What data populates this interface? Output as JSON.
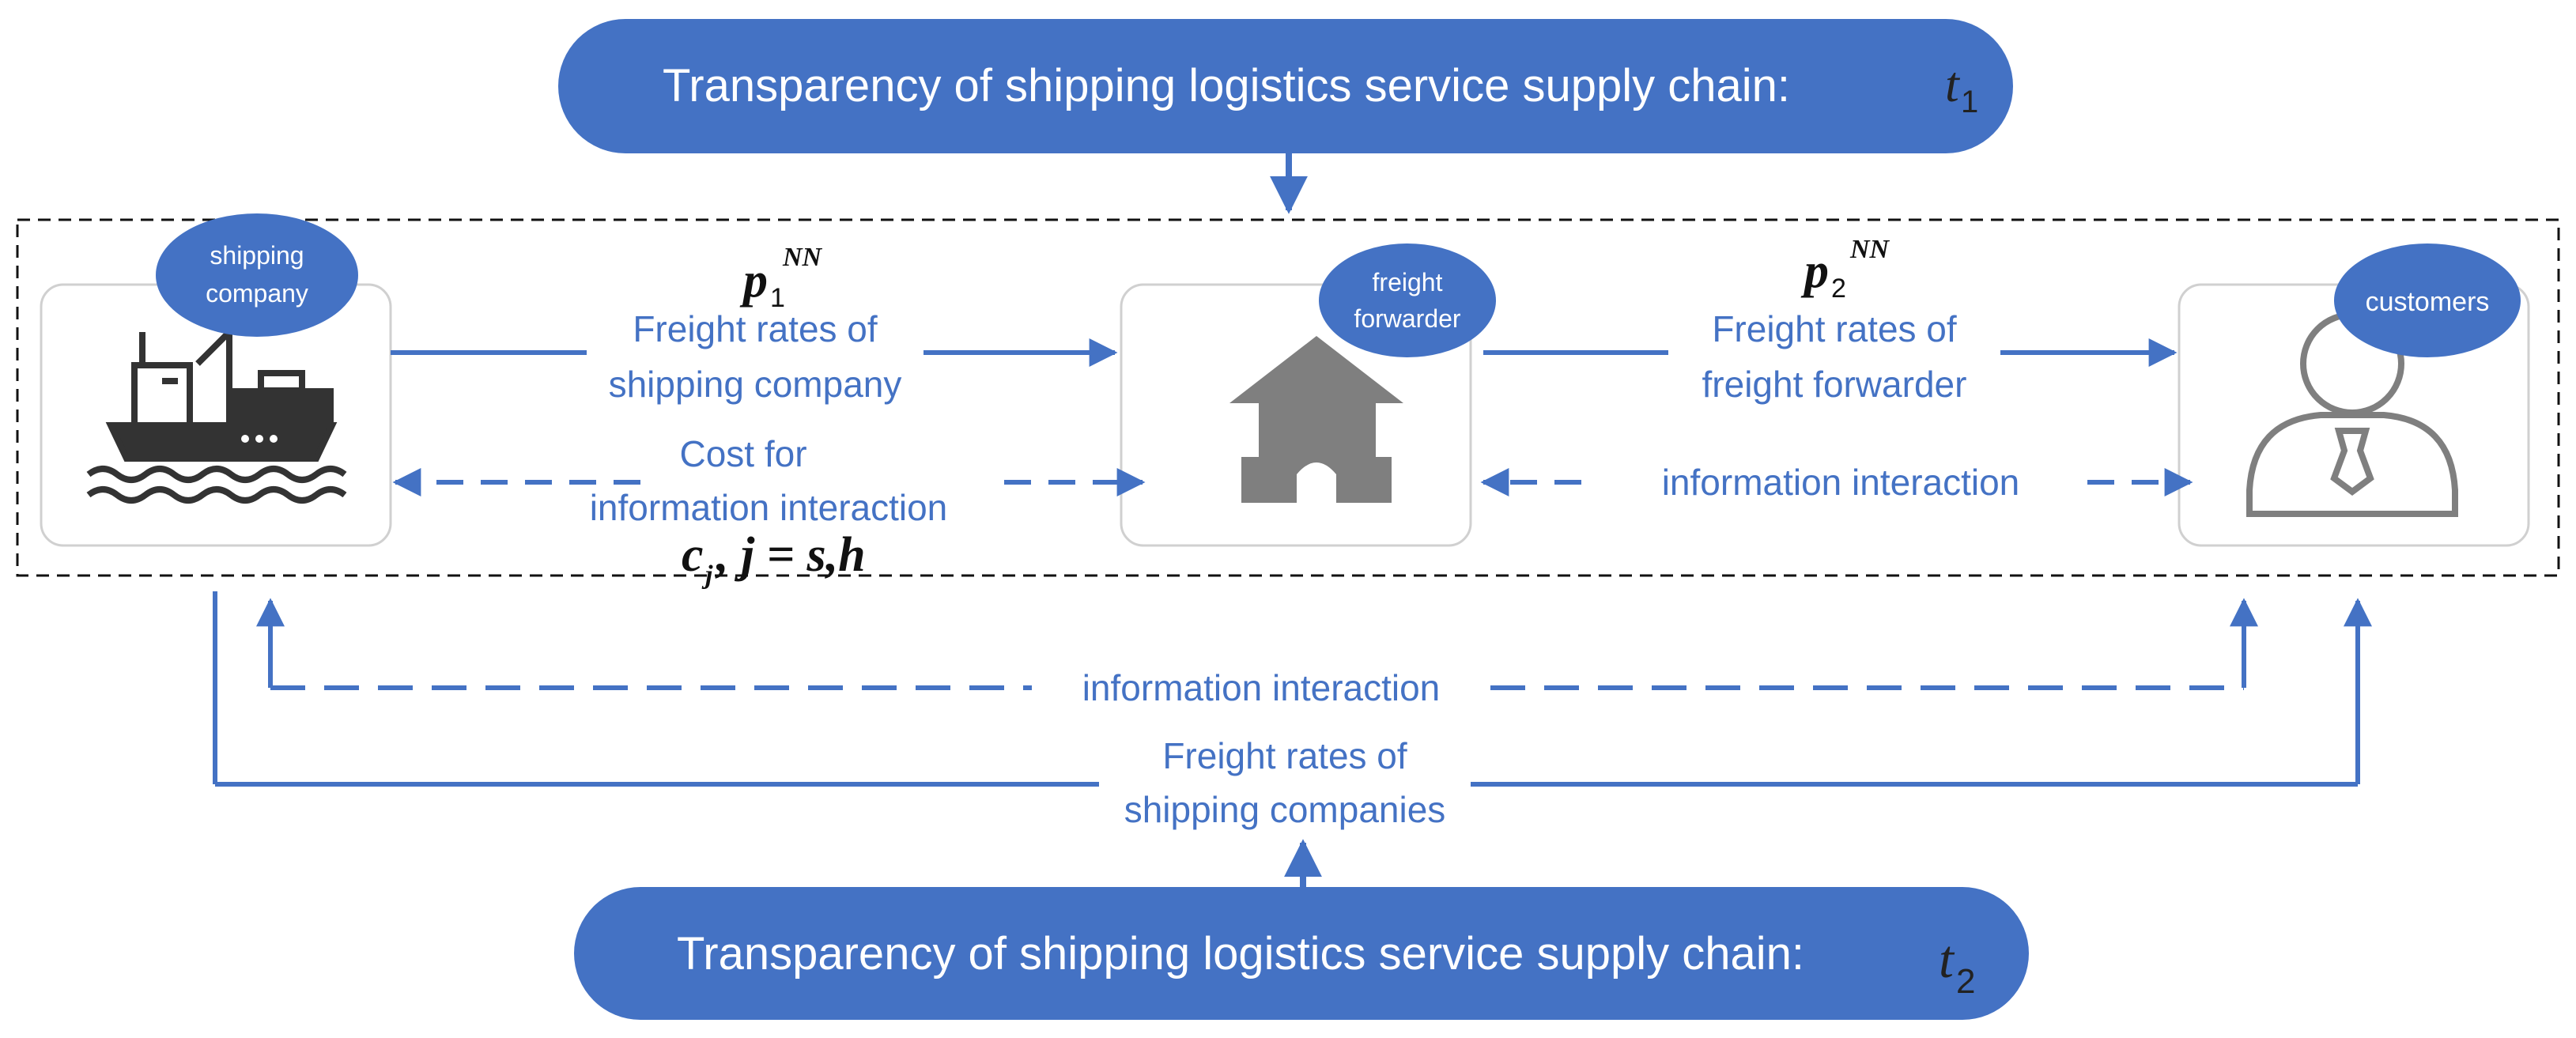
{
  "colors": {
    "accent": "#4472C4",
    "pill": "#4472C4",
    "icon": "#7F7F7F",
    "dark": "#333333",
    "box_border": "#D0D0D0"
  },
  "top_banner": {
    "text": "Transparency of shipping logistics service supply chain:",
    "symbol": "t",
    "subscript": "1"
  },
  "bottom_banner": {
    "text": "Transparency of shipping logistics service supply chain:",
    "symbol": "t",
    "subscript": "2"
  },
  "nodes": {
    "shipping_company": {
      "label_line1": "shipping",
      "label_line2": "company",
      "icon": "ship-icon"
    },
    "freight_forwarder": {
      "label_line1": "freight",
      "label_line2": "forwarder",
      "icon": "house-icon"
    },
    "customers": {
      "label": "customers",
      "icon": "person-icon"
    }
  },
  "links": {
    "p1": {
      "symbol": "p",
      "subscript": "1",
      "superscript": "NN"
    },
    "p2": {
      "symbol": "p",
      "subscript": "2",
      "superscript": "NN"
    },
    "freight_sc": {
      "line1": "Freight rates of",
      "line2": "shipping company"
    },
    "freight_ff": {
      "line1": "Freight rates of",
      "line2": "freight forwarder"
    },
    "cost_info": {
      "line1": "Cost   for",
      "line2": "information interaction"
    },
    "cost_symbol": {
      "c": "c",
      "sub": "j",
      "rest": ", j = s,h"
    },
    "info_ff_cust": "information interaction",
    "info_bottom": "information interaction",
    "freight_bottom": {
      "line1": "Freight rates of",
      "line2": "shipping companies"
    }
  }
}
